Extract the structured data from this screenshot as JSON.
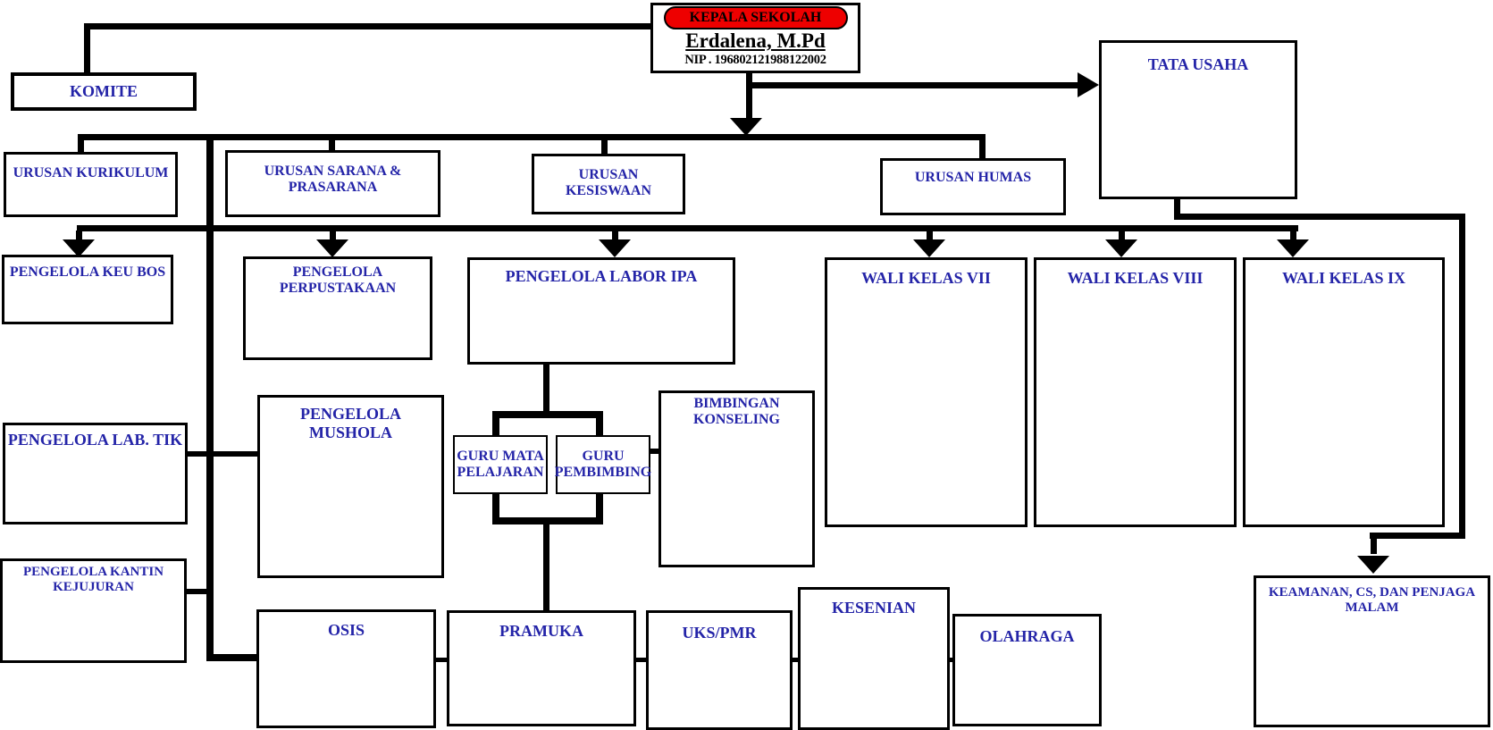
{
  "kepala": {
    "role": "KEPALA SEKOLAH",
    "name": "Erdalena, M.Pd",
    "nip": "NIP . 196802121988122002"
  },
  "nodes": {
    "komite": "KOMITE",
    "tata_usaha": "TATA USAHA",
    "urusan_kurikulum": "URUSAN KURIKULUM",
    "urusan_sarana": "URUSAN SARANA & PRASARANA",
    "urusan_kesiswaan": "URUSAN KESISWAAN",
    "urusan_humas": "URUSAN HUMAS",
    "keu_bos": "PENGELOLA KEU BOS",
    "perpustakaan": "PENGELOLA PERPUSTAKAAN",
    "labor_ipa": "PENGELOLA LABOR IPA",
    "wali_vii": "WALI KELAS VII",
    "wali_viii": "WALI KELAS VIII",
    "wali_ix": "WALI KELAS IX",
    "mushola": "PENGELOLA MUSHOLA",
    "lab_tik": "PENGELOLA LAB. TIK",
    "guru_mapel": "GURU MATA PELAJARAN",
    "guru_pembimbing": "GURU PEMBIMBING",
    "bimbingan_konseling": "BIMBINGAN KONSELING",
    "kantin": "PENGELOLA KANTIN KEJUJURAN",
    "osis": "OSIS",
    "pramuka": "PRAMUKA",
    "uks_pmr": "UKS/PMR",
    "kesenian": "KESENIAN",
    "olahraga": "OLAHRAGA",
    "keamanan": "KEAMANAN, CS, DAN PENJAGA MALAM"
  },
  "colors": {
    "label_blue": "#2424A8",
    "header_red": "#EE0000",
    "line_black": "#000000",
    "background": "#FFFFFF"
  }
}
